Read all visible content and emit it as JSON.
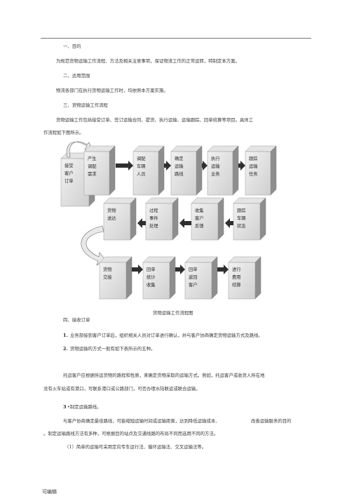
{
  "doc": {
    "h1": "一、目的",
    "p1": "为规范货物运输工作流程、方法及相关注意事项，保证物流工作的正常运转，特制定本方案。",
    "h2": "二、适用范围",
    "p2": "物流各部门在执行货物运输工作时，均依照本方案实施。",
    "h3": "三、货物运输工作流程",
    "p3a": "货物运输工作包括接受订单、签订运输合同、提货、执行运输、运输跟踪、回单结算等项目。具体工",
    "p3b": "作流程如下图所示。",
    "caption": "货物运输工作流程图",
    "h4": "四、接收订单",
    "item1_num": "1.",
    "item1": "业务部接到客户订单后，组织相关人员对订单进行确认，并与客户协商确定货物运输方式及路线。",
    "item2_num": "2.",
    "item2": "货物运输的方式一般有如下表所示的五种。",
    "p5a": "托运客户应根据所运货物的路程和性质，来确定货物采取的运输方式。例如，托运客户或收货人所在地",
    "p5b": "没有火车站或有港口，可联系港口或公路部门，可否办理水陆联运或联合运输。",
    "item3_num": "3",
    "item3": "•制定运输路线。",
    "p6a": "与客户协商确定最佳路线，可能缩短运输时间或运输距离，达到降低运输成本、",
    "p6a2": "改善运输服务的目的",
    "p6b": "。制定运输路线方法有多种，可根据目的站点及交通线路的布局不同而选用不同的方法。",
    "p7": "（1）简单的运输可采用定向专车运行法、循环运输法、交叉运输法等。",
    "footer": "可编辑"
  },
  "flow": {
    "start": [
      "接受",
      "客户",
      "订单"
    ],
    "row1": [
      [
        "产生",
        "调配",
        "需求"
      ],
      [
        "调配",
        "车辆",
        "人员"
      ],
      [
        "确定",
        "运输",
        "路线"
      ],
      [
        "执行",
        "运输",
        "业务"
      ],
      [
        "跟踪",
        "运输",
        "任务"
      ]
    ],
    "row2": [
      [
        "货物",
        "送达"
      ],
      [
        "过程",
        "事件",
        "处理"
      ],
      [
        "收集",
        "客户",
        "反馈"
      ],
      [
        "跟踪",
        "车辆",
        "状态"
      ]
    ],
    "row3": [
      [
        "货物",
        "交接"
      ],
      [
        "回单",
        "统计",
        "收集"
      ],
      [
        "回单",
        "返回",
        "客户"
      ],
      [
        "进行",
        "费用",
        "结算"
      ]
    ]
  }
}
